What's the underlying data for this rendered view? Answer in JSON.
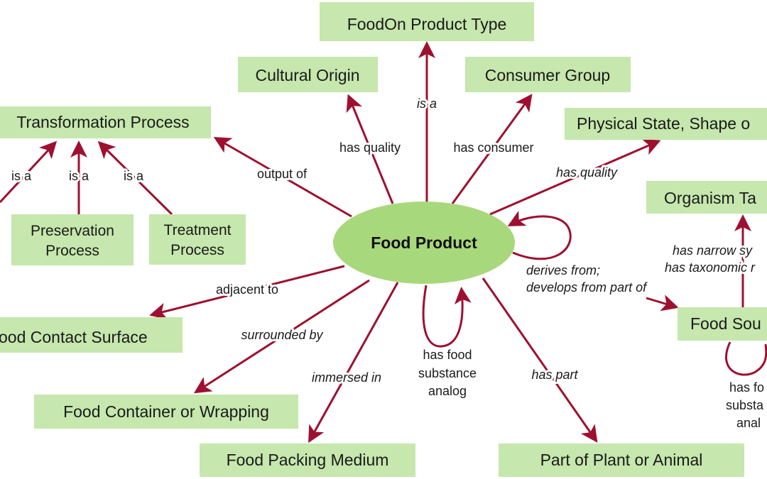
{
  "colors": {
    "node_fill": "#c6e7ad",
    "center_fill": "#a8d87c",
    "edge": "#9e1030"
  },
  "center": {
    "label": "Food Product"
  },
  "nodes": {
    "foodon_product_type": "FoodOn Product Type",
    "cultural_origin": "Cultural Origin",
    "consumer_group": "Consumer Group",
    "transformation_process": "Transformation Process",
    "physical_state": "Physical State, Shape o",
    "organism_taxon": "Organism Ta",
    "preservation_process": [
      "Preservation",
      "Process"
    ],
    "treatment_process": [
      "Treatment",
      "Process"
    ],
    "food_contact_surface": "ood Contact Surface",
    "food_source": "Food Sou",
    "food_container": "Food Container or Wrapping",
    "food_packing_medium": "Food Packing Medium",
    "part_of_plant_or_animal": "Part of Plant or Animal"
  },
  "edges": {
    "is_a_product_type": "is a",
    "has_quality_origin": "has quality",
    "has_consumer": "has consumer",
    "has_quality_state": "has quality",
    "output_of": "output of",
    "is_a_1": "is a",
    "is_a_2": "is a",
    "is_a_3": "is a",
    "derives_from": [
      "derives from;",
      "develops from part of"
    ],
    "adjacent_to": "adjacent to",
    "surrounded_by": "surrounded by",
    "immersed_in": "immersed in",
    "has_food_substance_analog": [
      "has food",
      "substance",
      "analog"
    ],
    "has_part": "has part",
    "taxon_link": [
      "has narrow sy",
      "has taxonomic r"
    ],
    "source_analog": [
      "has fo",
      "substa",
      "anal"
    ]
  }
}
